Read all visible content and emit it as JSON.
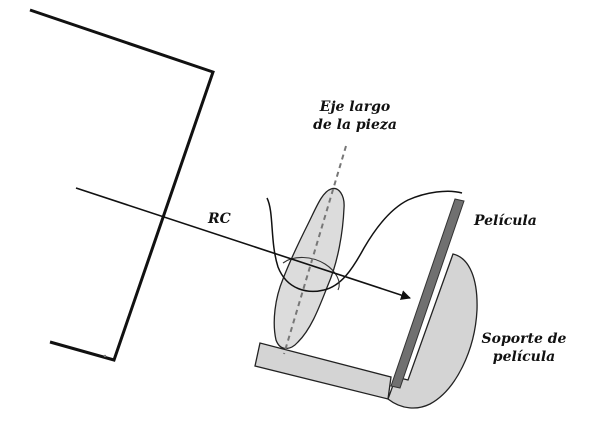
{
  "labels": {
    "axis_line1": "Eje largo",
    "axis_line2": "de la pieza",
    "beam": "RC",
    "film": "Película",
    "holder_line1": "Soporte de",
    "holder_line2": "película"
  },
  "colors": {
    "ink": "#111111",
    "tooth_fill": "#dcdcdc",
    "holder_fill": "#d4d4d4",
    "film_fill": "#707070",
    "axis_dash": "#777777"
  }
}
